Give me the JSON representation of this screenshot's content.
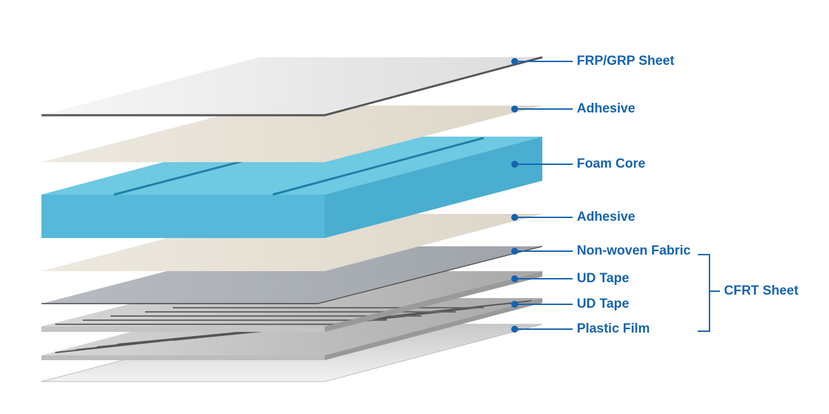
{
  "layers": [
    {
      "label": "FRP/GRP Sheet"
    },
    {
      "label": "Adhesive"
    },
    {
      "label": "Foam Core"
    },
    {
      "label": "Adhesive"
    },
    {
      "label": "Non-woven Fabric"
    },
    {
      "label": "UD Tape"
    },
    {
      "label": "UD Tape"
    },
    {
      "label": "Plastic Film"
    }
  ],
  "group_label": "CFRT Sheet",
  "colors": {
    "accent": "#1463b0",
    "foam": "#5bbfdc",
    "adhesive": "#e4ded2",
    "frp": "#ececec"
  }
}
